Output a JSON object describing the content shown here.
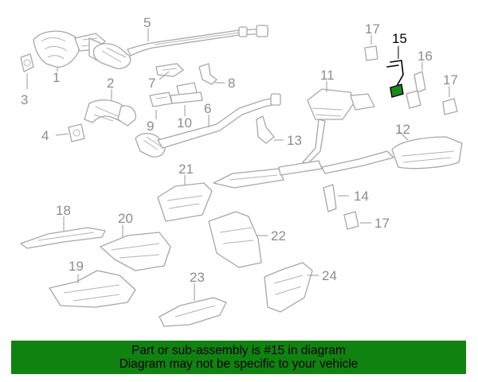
{
  "diagram": {
    "highlighted_part": "15",
    "callouts": {
      "c1": "1",
      "c2": "2",
      "c3": "3",
      "c4": "4",
      "c5": "5",
      "c6": "6",
      "c7": "7",
      "c8": "8",
      "c9": "9",
      "c10": "10",
      "c11": "11",
      "c12": "12",
      "c13": "13",
      "c14": "14",
      "c15": "15",
      "c16": "16",
      "c17a": "17",
      "c17b": "17",
      "c17c": "17",
      "c18": "18",
      "c19": "19",
      "c20": "20",
      "c21": "21",
      "c22": "22",
      "c23": "23",
      "c24": "24"
    },
    "colors": {
      "line": "#a7a7a7",
      "highlight": "#1a8a1a",
      "banner": "#108210"
    }
  },
  "banner": {
    "line1": "Part or sub-assembly is #15 in diagram",
    "line2": "Diagram may not be specific to your vehicle"
  }
}
